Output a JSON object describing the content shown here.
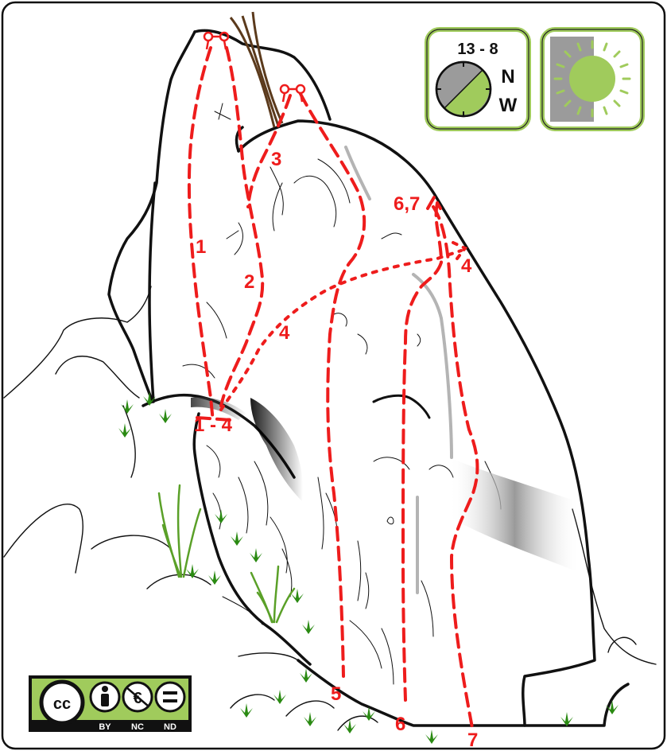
{
  "route_labels": {
    "r1": "1",
    "r2": "2",
    "r3": "3",
    "r4_mid": "4",
    "r4_right": "4",
    "r5": "5",
    "r6": "6",
    "r7": "7",
    "r67_top": "6,7",
    "r14_start": "1 - 4"
  },
  "orientation_badge": {
    "hours": "13 - 8",
    "dir_1": "N",
    "dir_2": "W"
  },
  "exposure_badge": {
    "icon": "sun-icon"
  },
  "license": {
    "cc": "cc",
    "by": "BY",
    "nc": "NC",
    "nd": "ND"
  },
  "colors": {
    "route": "#ee1c1c",
    "badge_green": "#a0cb5c",
    "badge_grey": "#9b9b9b",
    "plant": "#2a8a12"
  }
}
